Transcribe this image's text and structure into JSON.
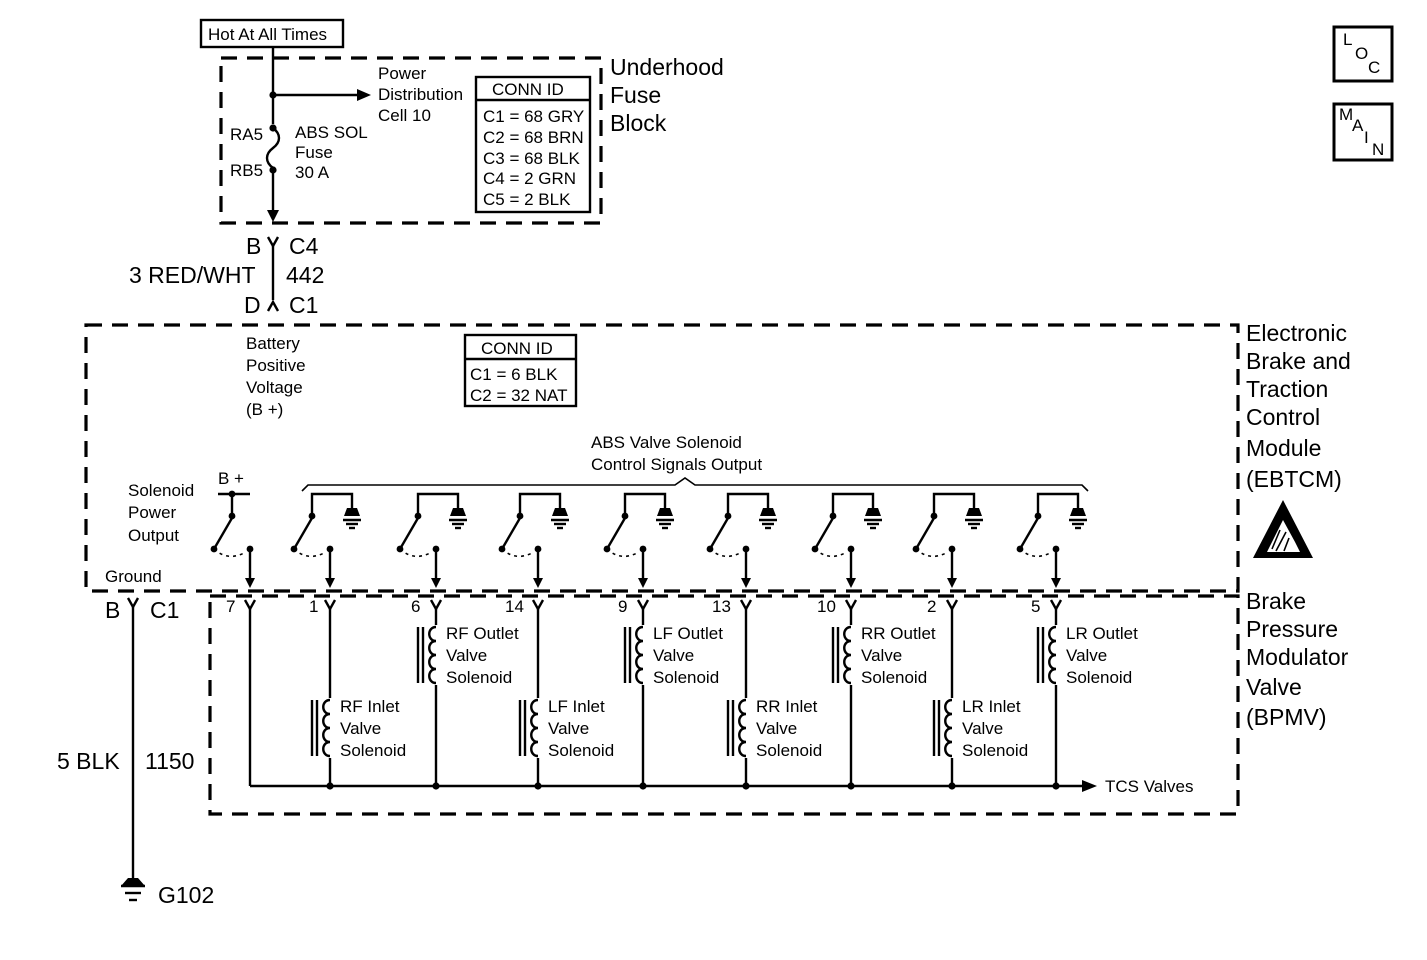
{
  "hot_label": "Hot At All Times",
  "fuse_block": {
    "title_lines": [
      "Underhood",
      "Fuse",
      "Block"
    ],
    "power_lines": [
      "Power",
      "Distribution",
      "Cell 10"
    ],
    "fuse_lines": [
      "ABS SOL",
      "Fuse",
      "30 A"
    ],
    "terminal_top": "RA5",
    "terminal_bottom": "RB5",
    "conn_title": "CONN ID",
    "conn_rows": [
      "C1 = 68 GRY",
      "C2 = 68 BRN",
      "C3 = 68 BLK",
      "C4 = 2 GRN",
      "C5 = 2 BLK"
    ]
  },
  "upper_wire": {
    "pin_top": "B",
    "conn_top": "C4",
    "color": "3 RED/WHT",
    "circuit": "442",
    "pin_bottom": "D",
    "conn_bottom": "C1"
  },
  "ebtcm": {
    "title_lines": [
      "Electronic",
      "Brake and",
      "Traction",
      "Control",
      "Module",
      "(EBTCM)"
    ],
    "bplus_lines": [
      "Battery",
      "Positive",
      "Voltage",
      "(B +)"
    ],
    "conn_title": "CONN ID",
    "conn_rows": [
      "C1 = 6 BLK",
      "C2 = 32 NAT"
    ],
    "abs_lines": [
      "ABS Valve Solenoid",
      "Control Signals Output"
    ],
    "sol_power_lines": [
      "Solenoid",
      "Power",
      "Output"
    ],
    "bplus_switch": "B +",
    "ground_label": "Ground"
  },
  "ground_wire": {
    "pin": "B",
    "conn": "C1",
    "color": "5 BLK",
    "circuit": "1150",
    "ground_id": "G102"
  },
  "bpmv": {
    "title_lines": [
      "Brake",
      "Pressure",
      "Modulator",
      "Valve",
      "(BPMV)"
    ],
    "pins": [
      "7",
      "1",
      "6",
      "14",
      "9",
      "13",
      "10",
      "2",
      "5"
    ],
    "outlet_solenoids": [
      [
        "RF Outlet",
        "Valve",
        "Solenoid"
      ],
      [
        "LF Outlet",
        "Valve",
        "Solenoid"
      ],
      [
        "RR Outlet",
        "Valve",
        "Solenoid"
      ],
      [
        "LR Outlet",
        "Valve",
        "Solenoid"
      ]
    ],
    "inlet_solenoids": [
      [
        "RF Inlet",
        "Valve",
        "Solenoid"
      ],
      [
        "LF Inlet",
        "Valve",
        "Solenoid"
      ],
      [
        "RR Inlet",
        "Valve",
        "Solenoid"
      ],
      [
        "LR Inlet",
        "Valve",
        "Solenoid"
      ]
    ],
    "tcs_label": "TCS Valves"
  },
  "nav": {
    "loc": [
      "L",
      "O",
      "C"
    ],
    "main": [
      "M",
      "A",
      "I",
      "N"
    ]
  }
}
